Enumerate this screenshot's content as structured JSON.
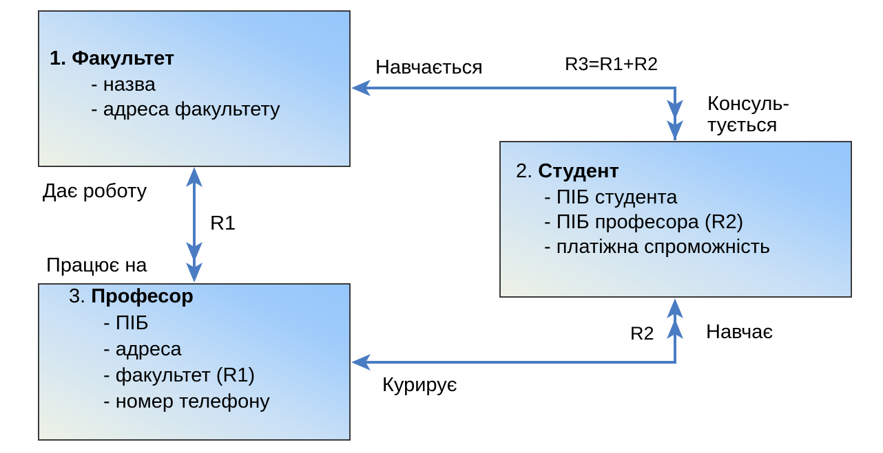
{
  "accent_color": "#4a7cc3",
  "entities": [
    {
      "id": "faculty",
      "number": "1.",
      "name": "Факультет",
      "attributes": [
        "- назва",
        "- адреса факультету"
      ]
    },
    {
      "id": "student",
      "number": "2.",
      "name": "Студент",
      "attributes": [
        "- ПІБ студента",
        "- ПІБ професора (R2)",
        "- платіжна спроможність"
      ]
    },
    {
      "id": "professor",
      "number": "3.",
      "name": "Професор",
      "attributes": [
        "- ПІБ",
        "- адреса",
        "- факультет (R1)",
        "- номер телефону"
      ]
    }
  ],
  "relationships": {
    "r1": {
      "name": "R1",
      "from_label": "Дає роботу",
      "to_label": "Працює на",
      "between": [
        "Факультет",
        "Професор"
      ]
    },
    "r2": {
      "name": "R2",
      "from_label": "Навчає",
      "to_label": "Курирує",
      "between": [
        "Професор",
        "Студент"
      ]
    },
    "r3": {
      "name": "R3=R1+R2",
      "from_label": "Консуль-тується",
      "from_label_line1": "Консуль-",
      "from_label_line2": "тується",
      "to_label": "Навчається",
      "between": [
        "Факультет",
        "Студент"
      ]
    }
  }
}
